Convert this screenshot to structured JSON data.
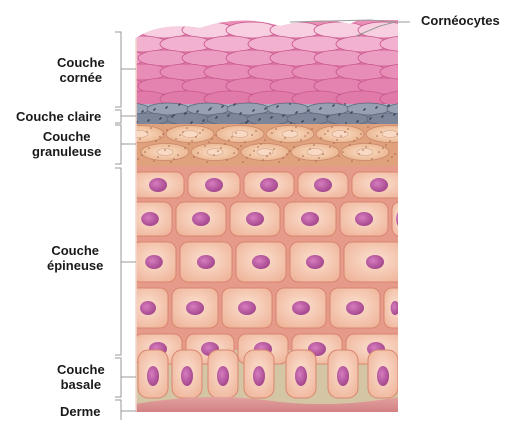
{
  "labels": {
    "corneocytes": "Cornéocytes",
    "cornee_1": "Couche",
    "cornee_2": "cornée",
    "claire": "Couche claire",
    "granuleuse_1": "Couche",
    "granuleuse_2": "granuleuse",
    "epineuse_1": "Couche",
    "epineuse_2": "épineuse",
    "basale_1": "Couche",
    "basale_2": "basale",
    "derme": "Derme"
  },
  "colors": {
    "corneum": "#e98fb5",
    "lucidum": "#8f98ab",
    "granulosum": "#f3c8ae",
    "spinosum": "#f5c9b4",
    "nucleus": "#b2579b",
    "dermis": "#d27f80"
  }
}
